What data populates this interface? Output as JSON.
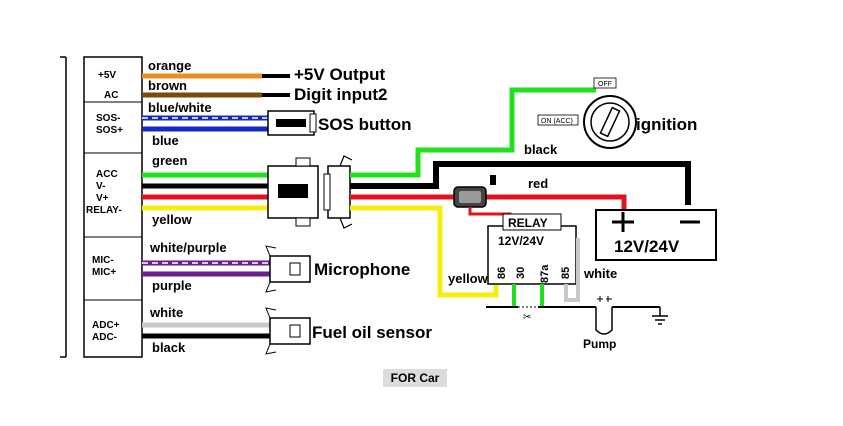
{
  "pins": {
    "p5v": "+5V",
    "ac": "AC",
    "sos_minus": "SOS-",
    "sos_plus": "SOS+",
    "acc": "ACC",
    "v_minus": "V-",
    "v_plus": "V+",
    "relay_minus": "RELAY-",
    "mic_minus": "MIC-",
    "mic_plus": "MIC+",
    "adc_plus": "ADC+",
    "adc_minus": "ADC-"
  },
  "wires": {
    "orange": "orange",
    "brown": "brown",
    "blue_white": "blue/white",
    "blue": "blue",
    "green": "green",
    "yellow": "yellow",
    "white_purple": "white/purple",
    "purple": "purple",
    "white": "white",
    "black": "black",
    "black_top": "black",
    "red": "red",
    "yellow_relay": "yellow",
    "white_relay": "white"
  },
  "labels": {
    "output_5v": "+5V Output",
    "digit_input": "Digit input2",
    "sos_button": "SOS button",
    "microphone": "Microphone",
    "fuel_sensor": "Fuel oil sensor",
    "ignition": "ignition",
    "battery": "12V/24V",
    "relay_title": "RELAY",
    "relay_voltage": "12V/24V",
    "relay_86": "86",
    "relay_30": "30",
    "relay_87a": "87a",
    "relay_85": "85",
    "pump": "Pump",
    "off": "OFF",
    "on_acc": "ON (ACC)",
    "caption": "FOR Car"
  },
  "colors": {
    "orange": "#f08c1e",
    "brown": "#7a4a12",
    "blue": "#1428c8",
    "green": "#22e01c",
    "red": "#e0141e",
    "yellow": "#f5ee10",
    "purple": "#6a1f8a",
    "white_wire": "#c8c8c8",
    "black": "#000000"
  }
}
